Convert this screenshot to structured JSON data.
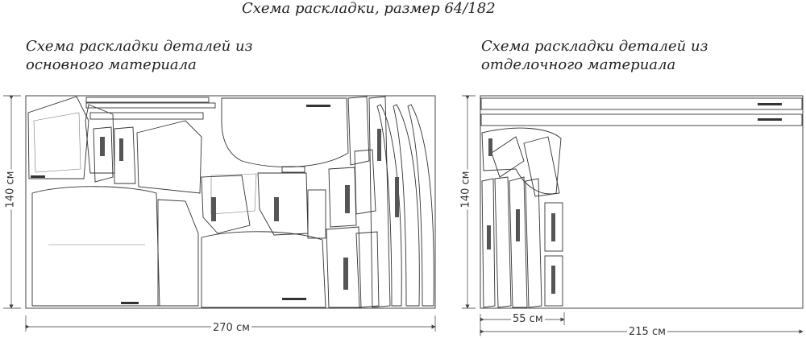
{
  "title": "Схема раскладки, размер 64/182",
  "left_panel": {
    "heading_line1": "Схема раскладки деталей из",
    "heading_line2": "основного материала",
    "width_label": "270 см",
    "height_label": "140 см"
  },
  "right_panel": {
    "heading_line1": "Схема раскладки деталей из",
    "heading_line2": "отделочного материала",
    "height_label": "140 см",
    "inner_width_label": "55 см",
    "width_label": "215 см"
  }
}
